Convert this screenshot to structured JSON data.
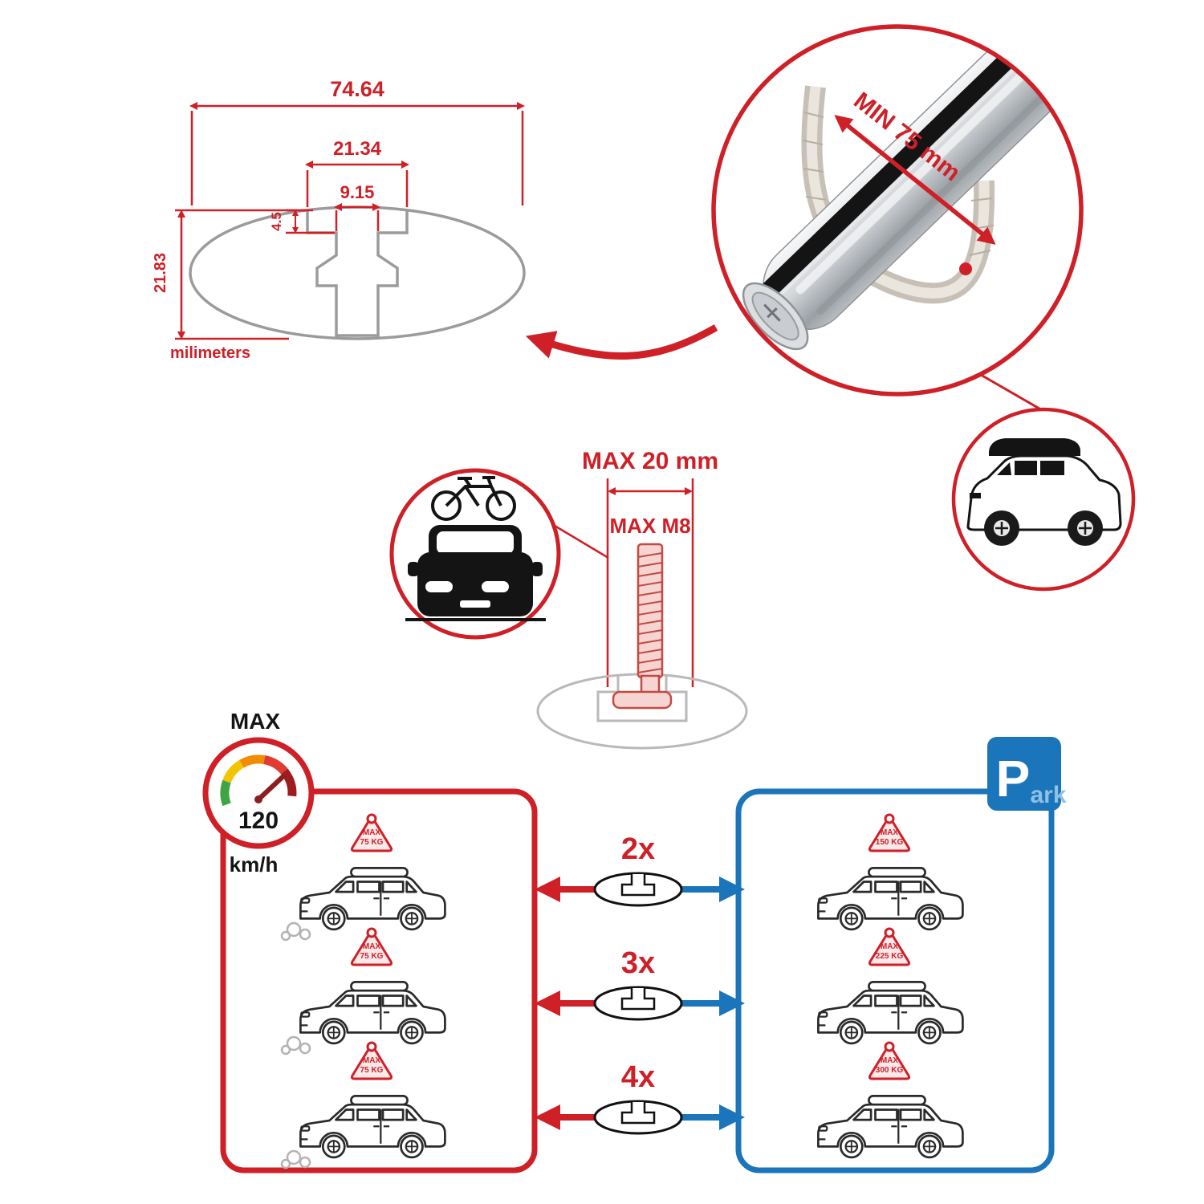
{
  "colors": {
    "accent_red": "#cf1f27",
    "accent_blue": "#1b75bb",
    "outline_gray": "#9b9b9b",
    "car_line": "#2a2a2a"
  },
  "cross_section": {
    "total_width": "74.64",
    "channel_width": "21.34",
    "slot_width": "9.15",
    "lip_depth": "4.5",
    "total_height": "21.83",
    "unit_label": "milimeters"
  },
  "bar_detail": {
    "min_span_label": "MIN 75 mm"
  },
  "bolt": {
    "max_width_label": "MAX 20 mm",
    "max_thread_label": "MAX M8"
  },
  "speed_limit": {
    "label": "MAX",
    "value": "120",
    "unit": "km/h"
  },
  "park_sign": {
    "letter": "P",
    "suffix": "ark"
  },
  "driving": {
    "cars": [
      {
        "sign_title": "MAX",
        "sign_load": "75 KG"
      },
      {
        "sign_title": "MAX",
        "sign_load": "75 KG"
      },
      {
        "sign_title": "MAX",
        "sign_load": "75 KG"
      }
    ]
  },
  "parked": {
    "cars": [
      {
        "sign_title": "MAX",
        "sign_load": "150 KG"
      },
      {
        "sign_title": "MAX",
        "sign_load": "225 KG"
      },
      {
        "sign_title": "MAX",
        "sign_load": "300 KG"
      }
    ]
  },
  "fitment": {
    "rows": [
      {
        "count": "2x"
      },
      {
        "count": "3x"
      },
      {
        "count": "4x"
      }
    ]
  }
}
